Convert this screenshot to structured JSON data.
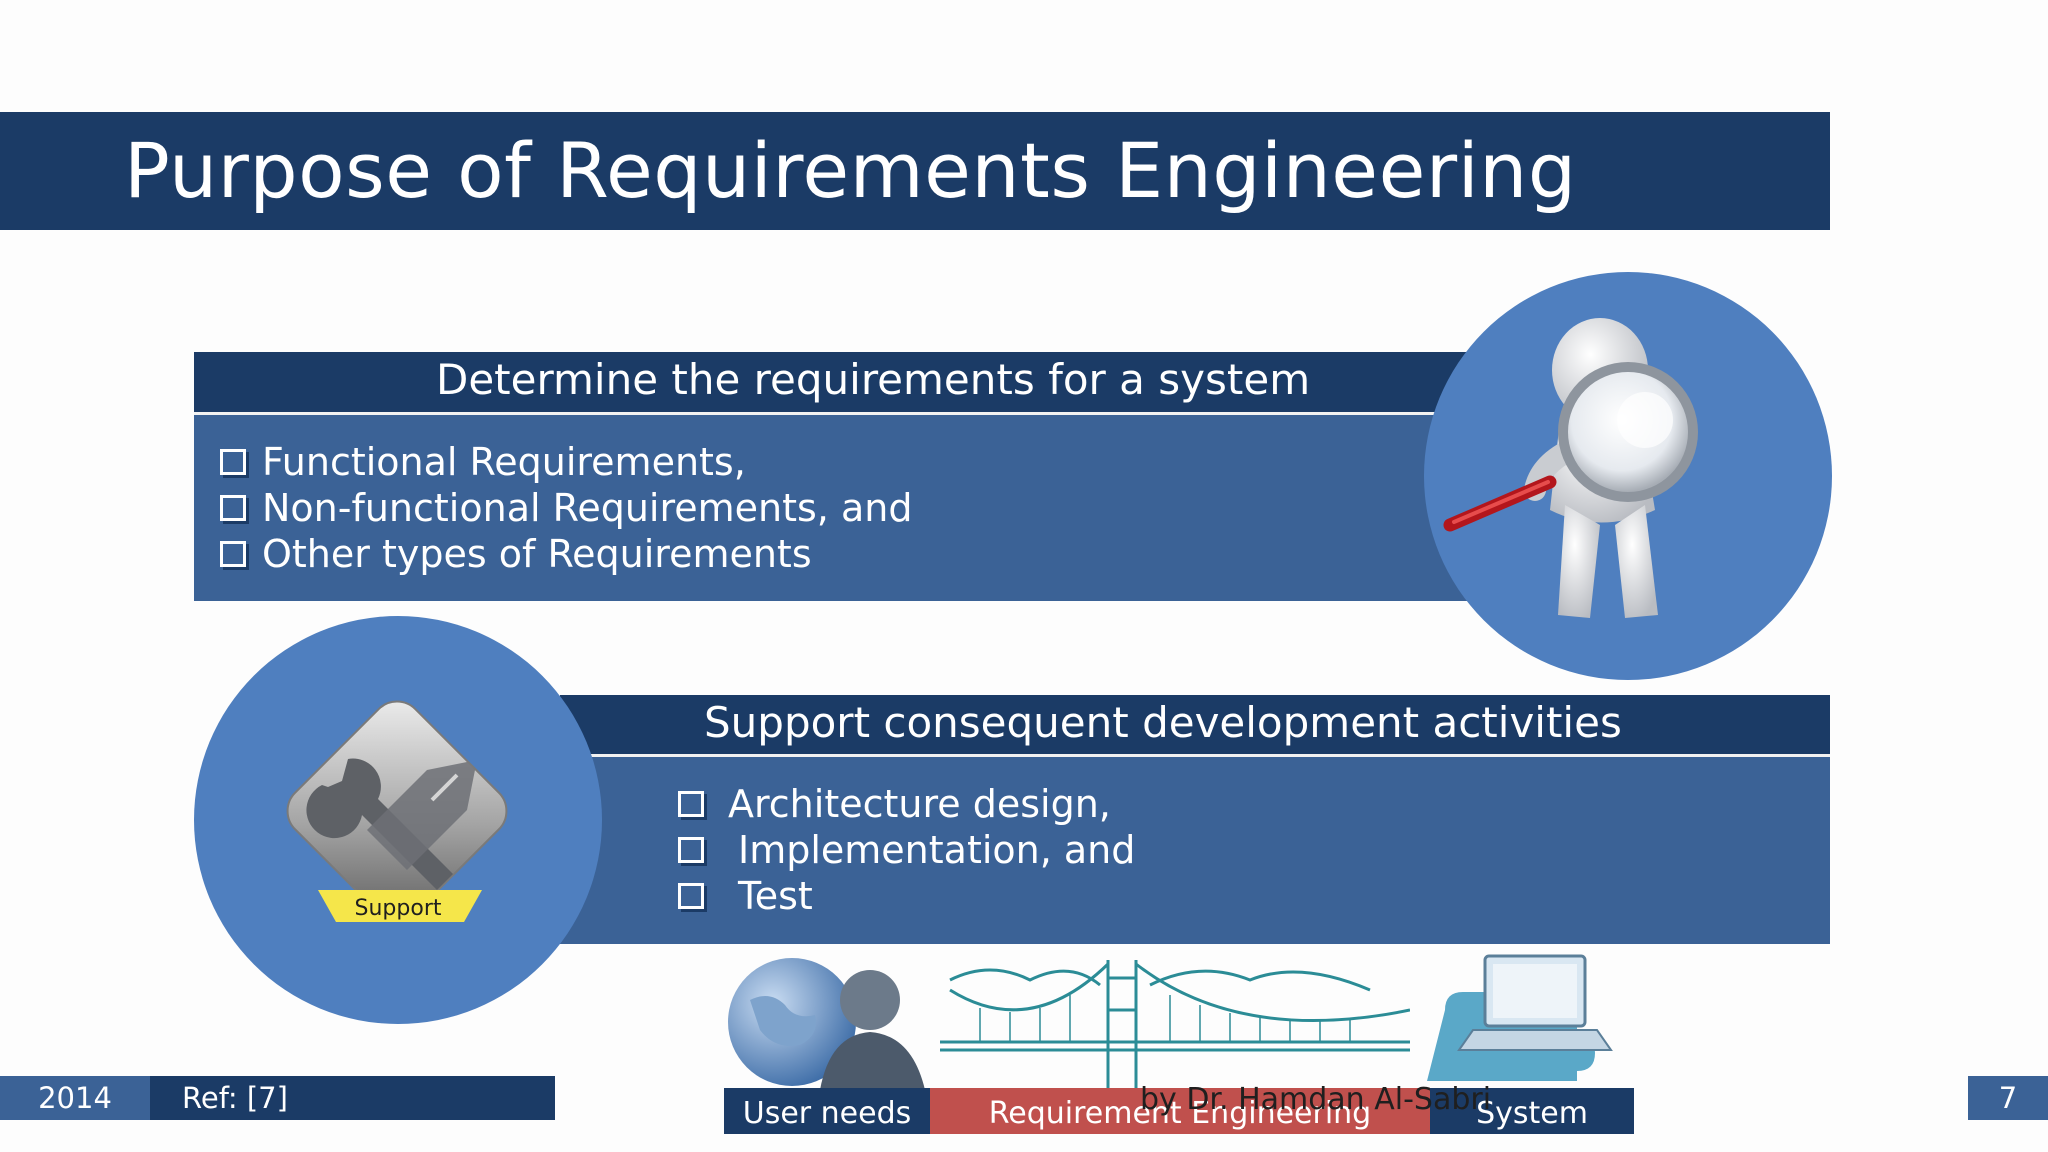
{
  "slide": {
    "title": "Purpose of Requirements Engineering"
  },
  "panel_determine": {
    "heading": "Determine the requirements for a system",
    "bullets": [
      "Functional  Requirements,",
      "Non-functional  Requirements, and",
      "Other types of Requirements"
    ]
  },
  "panel_support": {
    "heading": "Support consequent development activities",
    "bullets": [
      "Architecture design,",
      "Implementation, and",
      "Test"
    ],
    "icon_label": "Support"
  },
  "footer": {
    "year": "2014",
    "ref": "Ref: [7]",
    "page": "7",
    "author": "by Dr. Hamdan Al-Sabri"
  },
  "strip": {
    "user_needs": "User needs",
    "requirement_engineering": "Requirement Engineering",
    "system": "System"
  },
  "icons": {
    "investigator": "magnifier-figure-icon",
    "support": "wrench-screwdriver-icon",
    "user": "globe-user-icon",
    "bridge": "bridge-icon",
    "system": "laptop-puzzle-icon"
  },
  "colors": {
    "dark_blue": "#1b3b66",
    "mid_blue": "#3b6296",
    "circle_blue": "#4f7fbf",
    "red": "#c0504d",
    "yellow_label": "#f5e64a"
  }
}
